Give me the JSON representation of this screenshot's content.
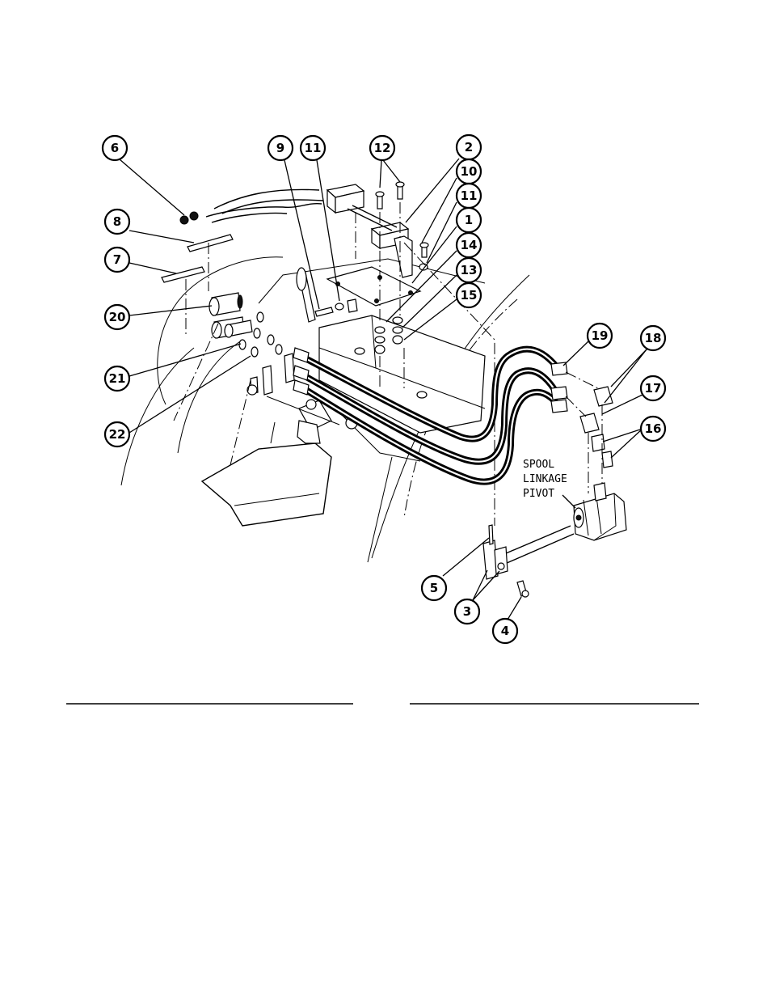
{
  "callouts": [
    "1",
    "2",
    "3",
    "4",
    "5",
    "6",
    "7",
    "8",
    "9",
    "10",
    "11",
    "12",
    "13",
    "14",
    "15",
    "16",
    "17",
    "18",
    "19",
    "20",
    "21",
    "22"
  ],
  "spool_label": [
    "SPOOL",
    "LINKAGE",
    "PIVOT"
  ]
}
